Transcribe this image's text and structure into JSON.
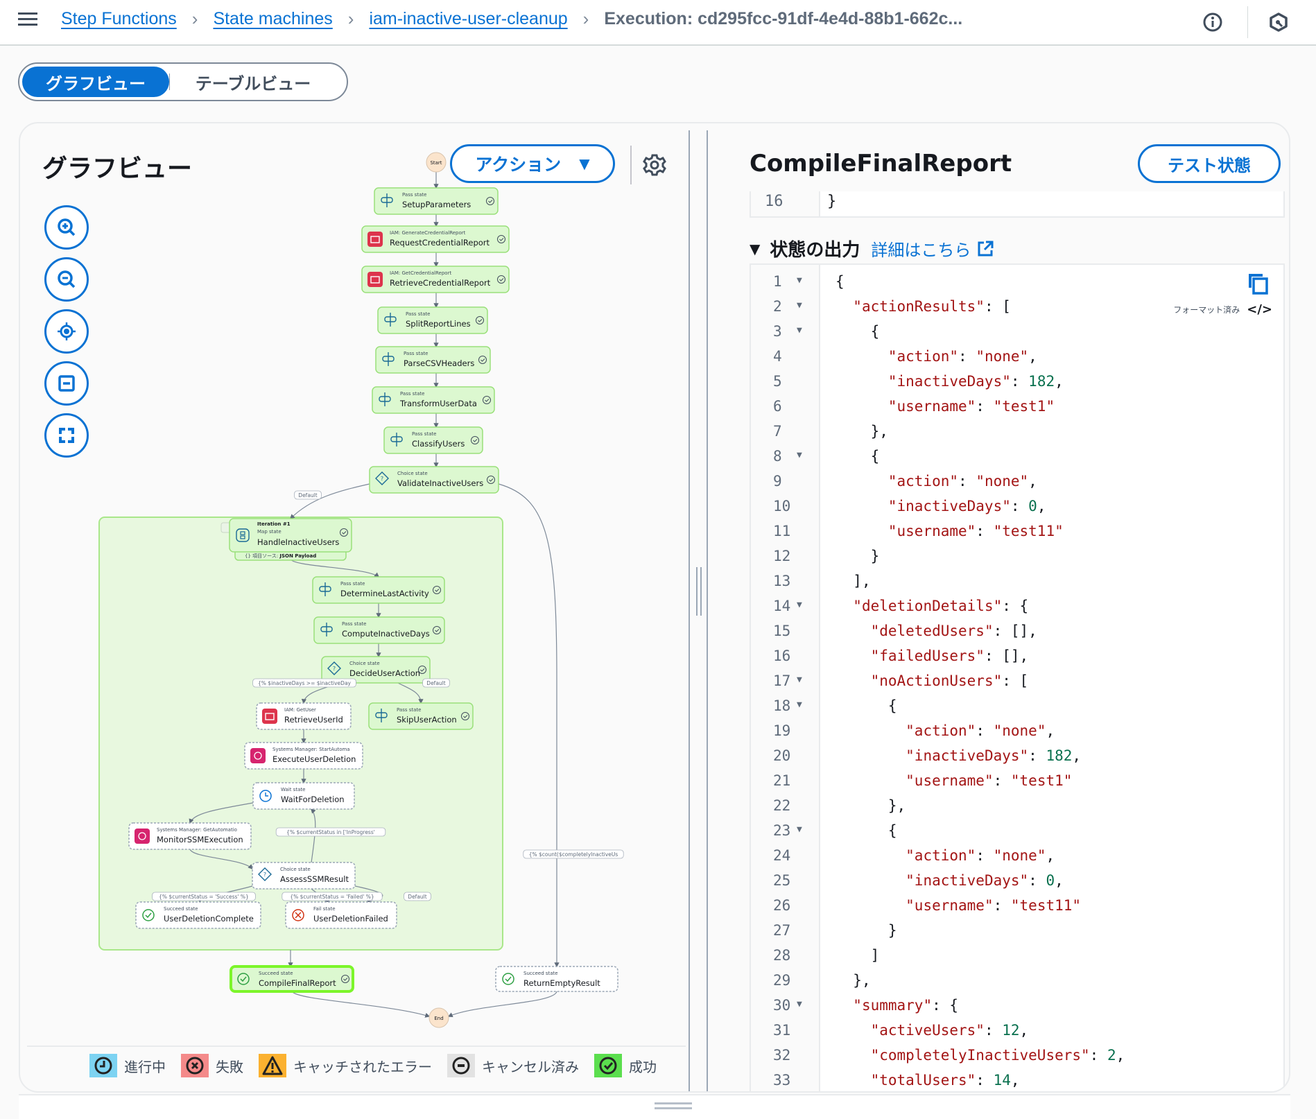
{
  "breadcrumb": {
    "items": [
      "Step Functions",
      "State machines",
      "iam-inactive-user-cleanup"
    ],
    "current": "Execution: cd295fcc-91df-4e4d-88b1-662c..."
  },
  "header_icons": [
    "info-icon",
    "cloudshell-icon"
  ],
  "view_toggle": {
    "graph": "グラフビュー",
    "table": "テーブルビュー",
    "selected": "graph"
  },
  "graph": {
    "title": "グラフビュー",
    "action_button": "アクション",
    "zoom_controls": [
      "zoom-in",
      "zoom-out",
      "center",
      "collapse",
      "fit-to-screen"
    ],
    "start_label": "Start",
    "end_label": "End",
    "nodes": [
      {
        "id": "SetupParameters",
        "type": "Pass state",
        "status": "success"
      },
      {
        "id": "RequestCredentialReport",
        "type": "IAM: GenerateCredentialReport",
        "status": "success"
      },
      {
        "id": "RetrieveCredentialReport",
        "type": "IAM: GetCredentialReport",
        "status": "success"
      },
      {
        "id": "SplitReportLines",
        "type": "Pass state",
        "status": "success"
      },
      {
        "id": "ParseCSVHeaders",
        "type": "Pass state",
        "status": "success"
      },
      {
        "id": "TransformUserData",
        "type": "Pass state",
        "status": "success"
      },
      {
        "id": "ClassifyUsers",
        "type": "Pass state",
        "status": "success"
      },
      {
        "id": "ValidateInactiveUsers",
        "type": "Choice state",
        "status": "success"
      },
      {
        "id": "HandleInactiveUsers",
        "type": "Map state",
        "iteration": "Iteration #1",
        "item_source_label": "項目ソース:",
        "item_source": "JSON Payload",
        "status": "success"
      },
      {
        "id": "DetermineLastActivity",
        "type": "Pass state",
        "status": "success"
      },
      {
        "id": "ComputeInactiveDays",
        "type": "Pass state",
        "status": "success"
      },
      {
        "id": "DecideUserAction",
        "type": "Choice state",
        "status": "success"
      },
      {
        "id": "RetrieveUserId",
        "type": "IAM: GetUser",
        "status": "not-run"
      },
      {
        "id": "SkipUserAction",
        "type": "Pass state",
        "status": "success"
      },
      {
        "id": "ExecuteUserDeletion",
        "type": "Systems Manager: StartAutoma",
        "status": "not-run"
      },
      {
        "id": "WaitForDeletion",
        "type": "Wait state",
        "status": "not-run"
      },
      {
        "id": "MonitorSSMExecution",
        "type": "Systems Manager: GetAutomatio",
        "status": "not-run"
      },
      {
        "id": "AssessSSMResult",
        "type": "Choice state",
        "status": "not-run"
      },
      {
        "id": "UserDeletionComplete",
        "type": "Succeed state",
        "status": "not-run"
      },
      {
        "id": "UserDeletionFailed",
        "type": "Fail state",
        "status": "not-run"
      },
      {
        "id": "CompileFinalReport",
        "type": "Succeed state",
        "status": "success",
        "selected": true
      },
      {
        "id": "ReturnEmptyResult",
        "type": "Succeed state",
        "status": "not-run"
      }
    ],
    "edge_labels": {
      "default": "Default",
      "inactive_cond": "{% $inactiveDays >= $inactiveDay",
      "count_cond": "{% $count($completelyInactiveUs",
      "inprogress_cond": "{% $currentStatus in ['InProgress'",
      "success_cond": "{% $currentStatus = 'Success' %}",
      "failed_cond": "{% $currentStatus = 'Failed' %}"
    },
    "legend": [
      {
        "label": "進行中",
        "color": "#7dd3f2",
        "icon": "clock-icon"
      },
      {
        "label": "失敗",
        "color": "#f48a8a",
        "icon": "x-circle-icon"
      },
      {
        "label": "キャッチされたエラー",
        "color": "#fbb130",
        "icon": "warning-icon"
      },
      {
        "label": "キャンセル済み",
        "color": "#e2e2e2",
        "icon": "minus-circle-icon"
      },
      {
        "label": "成功",
        "color": "#5bde4e",
        "icon": "check-circle-icon"
      }
    ]
  },
  "detail": {
    "title": "CompileFinalReport",
    "test_button": "テスト状態",
    "prev_line_num": "16",
    "prev_line_text": "}",
    "output_label": "状態の出力",
    "learn_more": "詳細はこちら",
    "format_label": "フォーマット済み",
    "lines": [
      {
        "n": "1",
        "fold": true,
        "indent": 0,
        "parts": [
          [
            "p",
            "{"
          ]
        ]
      },
      {
        "n": "2",
        "fold": true,
        "indent": 1,
        "parts": [
          [
            "k",
            "\"actionResults\""
          ],
          [
            "p",
            ": ["
          ]
        ]
      },
      {
        "n": "3",
        "fold": true,
        "indent": 2,
        "parts": [
          [
            "p",
            "{"
          ]
        ]
      },
      {
        "n": "4",
        "fold": false,
        "indent": 3,
        "parts": [
          [
            "k",
            "\"action\""
          ],
          [
            "p",
            ": "
          ],
          [
            "s",
            "\"none\""
          ],
          [
            "p",
            ","
          ]
        ]
      },
      {
        "n": "5",
        "fold": false,
        "indent": 3,
        "parts": [
          [
            "k",
            "\"inactiveDays\""
          ],
          [
            "p",
            ": "
          ],
          [
            "n",
            "182"
          ],
          [
            "p",
            ","
          ]
        ]
      },
      {
        "n": "6",
        "fold": false,
        "indent": 3,
        "parts": [
          [
            "k",
            "\"username\""
          ],
          [
            "p",
            ": "
          ],
          [
            "s",
            "\"test1\""
          ]
        ]
      },
      {
        "n": "7",
        "fold": false,
        "indent": 2,
        "parts": [
          [
            "p",
            "},"
          ]
        ]
      },
      {
        "n": "8",
        "fold": true,
        "indent": 2,
        "parts": [
          [
            "p",
            "{"
          ]
        ]
      },
      {
        "n": "9",
        "fold": false,
        "indent": 3,
        "parts": [
          [
            "k",
            "\"action\""
          ],
          [
            "p",
            ": "
          ],
          [
            "s",
            "\"none\""
          ],
          [
            "p",
            ","
          ]
        ]
      },
      {
        "n": "10",
        "fold": false,
        "indent": 3,
        "parts": [
          [
            "k",
            "\"inactiveDays\""
          ],
          [
            "p",
            ": "
          ],
          [
            "n",
            "0"
          ],
          [
            "p",
            ","
          ]
        ]
      },
      {
        "n": "11",
        "fold": false,
        "indent": 3,
        "parts": [
          [
            "k",
            "\"username\""
          ],
          [
            "p",
            ": "
          ],
          [
            "s",
            "\"test11\""
          ]
        ]
      },
      {
        "n": "12",
        "fold": false,
        "indent": 2,
        "parts": [
          [
            "p",
            "}"
          ]
        ]
      },
      {
        "n": "13",
        "fold": false,
        "indent": 1,
        "parts": [
          [
            "p",
            "],"
          ]
        ]
      },
      {
        "n": "14",
        "fold": true,
        "indent": 1,
        "parts": [
          [
            "k",
            "\"deletionDetails\""
          ],
          [
            "p",
            ": {"
          ]
        ]
      },
      {
        "n": "15",
        "fold": false,
        "indent": 2,
        "parts": [
          [
            "k",
            "\"deletedUsers\""
          ],
          [
            "p",
            ": [],"
          ]
        ]
      },
      {
        "n": "16",
        "fold": false,
        "indent": 2,
        "parts": [
          [
            "k",
            "\"failedUsers\""
          ],
          [
            "p",
            ": [],"
          ]
        ]
      },
      {
        "n": "17",
        "fold": true,
        "indent": 2,
        "parts": [
          [
            "k",
            "\"noActionUsers\""
          ],
          [
            "p",
            ": ["
          ]
        ]
      },
      {
        "n": "18",
        "fold": true,
        "indent": 3,
        "parts": [
          [
            "p",
            "{"
          ]
        ]
      },
      {
        "n": "19",
        "fold": false,
        "indent": 4,
        "parts": [
          [
            "k",
            "\"action\""
          ],
          [
            "p",
            ": "
          ],
          [
            "s",
            "\"none\""
          ],
          [
            "p",
            ","
          ]
        ]
      },
      {
        "n": "20",
        "fold": false,
        "indent": 4,
        "parts": [
          [
            "k",
            "\"inactiveDays\""
          ],
          [
            "p",
            ": "
          ],
          [
            "n",
            "182"
          ],
          [
            "p",
            ","
          ]
        ]
      },
      {
        "n": "21",
        "fold": false,
        "indent": 4,
        "parts": [
          [
            "k",
            "\"username\""
          ],
          [
            "p",
            ": "
          ],
          [
            "s",
            "\"test1\""
          ]
        ]
      },
      {
        "n": "22",
        "fold": false,
        "indent": 3,
        "parts": [
          [
            "p",
            "},"
          ]
        ]
      },
      {
        "n": "23",
        "fold": true,
        "indent": 3,
        "parts": [
          [
            "p",
            "{"
          ]
        ]
      },
      {
        "n": "24",
        "fold": false,
        "indent": 4,
        "parts": [
          [
            "k",
            "\"action\""
          ],
          [
            "p",
            ": "
          ],
          [
            "s",
            "\"none\""
          ],
          [
            "p",
            ","
          ]
        ]
      },
      {
        "n": "25",
        "fold": false,
        "indent": 4,
        "parts": [
          [
            "k",
            "\"inactiveDays\""
          ],
          [
            "p",
            ": "
          ],
          [
            "n",
            "0"
          ],
          [
            "p",
            ","
          ]
        ]
      },
      {
        "n": "26",
        "fold": false,
        "indent": 4,
        "parts": [
          [
            "k",
            "\"username\""
          ],
          [
            "p",
            ": "
          ],
          [
            "s",
            "\"test11\""
          ]
        ]
      },
      {
        "n": "27",
        "fold": false,
        "indent": 3,
        "parts": [
          [
            "p",
            "}"
          ]
        ]
      },
      {
        "n": "28",
        "fold": false,
        "indent": 2,
        "parts": [
          [
            "p",
            "]"
          ]
        ]
      },
      {
        "n": "29",
        "fold": false,
        "indent": 1,
        "parts": [
          [
            "p",
            "},"
          ]
        ]
      },
      {
        "n": "30",
        "fold": true,
        "indent": 1,
        "parts": [
          [
            "k",
            "\"summary\""
          ],
          [
            "p",
            ": {"
          ]
        ]
      },
      {
        "n": "31",
        "fold": false,
        "indent": 2,
        "parts": [
          [
            "k",
            "\"activeUsers\""
          ],
          [
            "p",
            ": "
          ],
          [
            "n",
            "12"
          ],
          [
            "p",
            ","
          ]
        ]
      },
      {
        "n": "32",
        "fold": false,
        "indent": 2,
        "parts": [
          [
            "k",
            "\"completelyInactiveUsers\""
          ],
          [
            "p",
            ": "
          ],
          [
            "n",
            "2"
          ],
          [
            "p",
            ","
          ]
        ]
      },
      {
        "n": "33",
        "fold": false,
        "indent": 2,
        "parts": [
          [
            "k",
            "\"totalUsers\""
          ],
          [
            "p",
            ": "
          ],
          [
            "n",
            "14"
          ],
          [
            "p",
            ","
          ]
        ]
      }
    ]
  },
  "colors": {
    "accent": "#0972d3",
    "success_fill": "#dcf8d0",
    "success_border": "#9ae07a",
    "selected_border": "#7cf52a",
    "map_bg": "#e6f9dc",
    "iam_red": "#dd344c",
    "ssm_pink": "#d6246e"
  }
}
